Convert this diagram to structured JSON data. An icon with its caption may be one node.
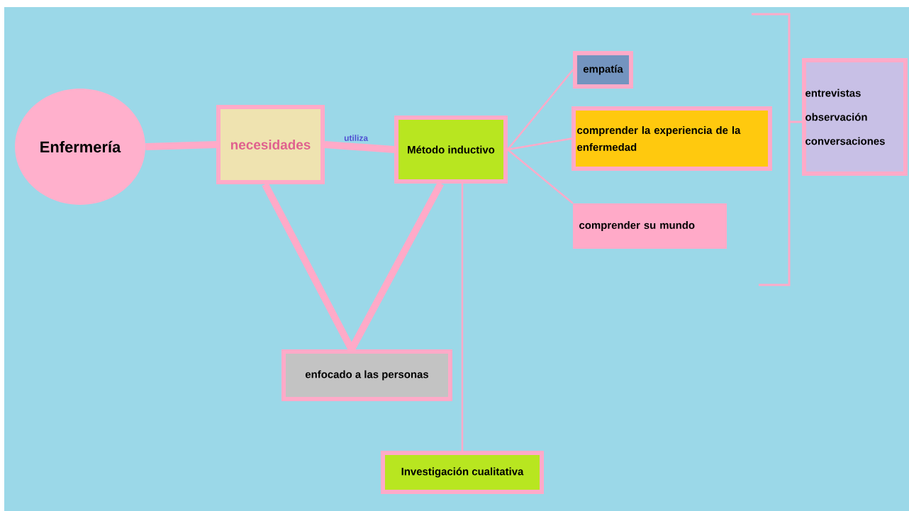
{
  "diagram": {
    "nodes": [
      {
        "text": [
          "Enfermería"
        ]
      },
      {
        "text": [
          "necesidades"
        ]
      },
      {
        "text": [
          "Método inductivo"
        ]
      },
      {
        "text": [
          "enfocado a las personas"
        ]
      },
      {
        "text": [
          "Investigación cualitativa"
        ]
      },
      {
        "text": [
          "empatía"
        ]
      },
      {
        "text": [
          "comprender la experiencia de la enfermedad"
        ]
      },
      {
        "text": [
          "comprender su mundo"
        ]
      },
      {
        "text": [
          "entrevistas",
          "observación",
          "conversaciones"
        ]
      }
    ],
    "edges": [
      {
        "from": 0,
        "to": 1,
        "arrow": "none",
        "style": "thick"
      },
      {
        "from": 1,
        "to": 2,
        "arrow": "none",
        "style": "thick",
        "label": "utiliza"
      },
      {
        "from": 1,
        "to": 3,
        "arrow": "none",
        "style": "thick"
      },
      {
        "from": 2,
        "to": 3,
        "arrow": "none",
        "style": "thick"
      },
      {
        "from": 2,
        "to": 4,
        "arrow": "none"
      },
      {
        "from": 2,
        "to": 5,
        "arrow": "none"
      },
      {
        "from": 2,
        "to": 6,
        "arrow": "none"
      },
      {
        "from": 2,
        "to": 7,
        "arrow": "none"
      }
    ]
  }
}
